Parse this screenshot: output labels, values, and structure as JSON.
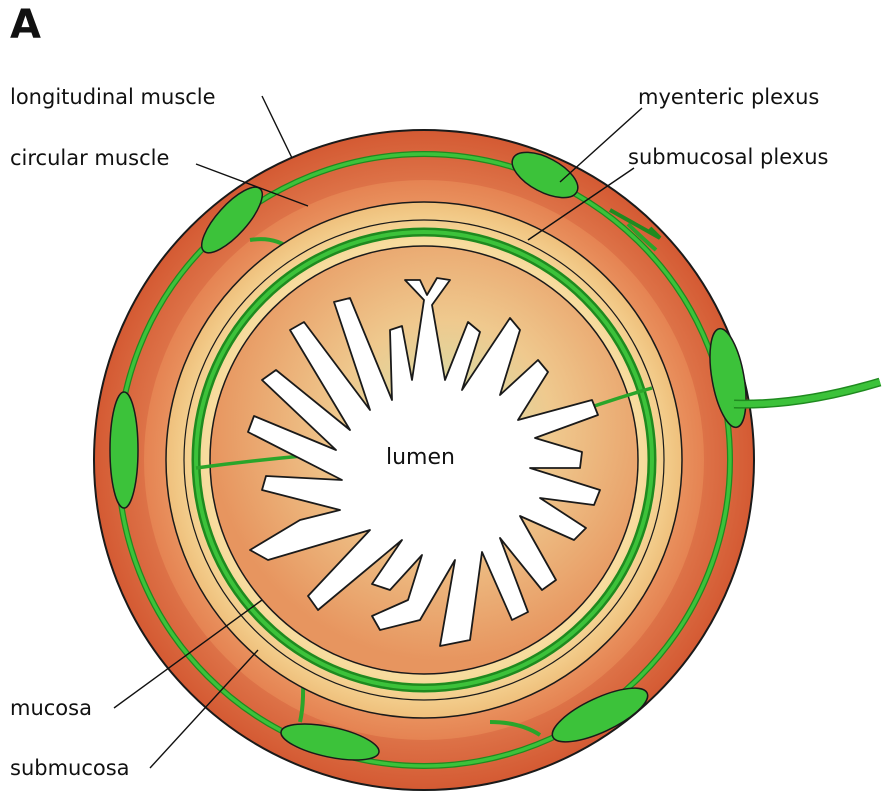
{
  "panel_label": "A",
  "labels": {
    "longitudinal_muscle": "longitudinal muscle",
    "circular_muscle": "circular muscle",
    "myenteric_plexus": "myenteric plexus",
    "submucosal_plexus": "submucosal plexus",
    "lumen": "lumen",
    "mucosa": "mucosa",
    "submucosa": "submucosa"
  },
  "colors": {
    "longitudinal_muscle": "#d9623a",
    "circular_muscle": "#e58a55",
    "submucosa": "#f3c98a",
    "mucosa_outer": "#e9a46a",
    "mucosa_inner": "#d9e0a8",
    "nerve": "#3cc23a",
    "nerve_dark": "#1f8a1f",
    "outline": "#1a1a1a"
  }
}
